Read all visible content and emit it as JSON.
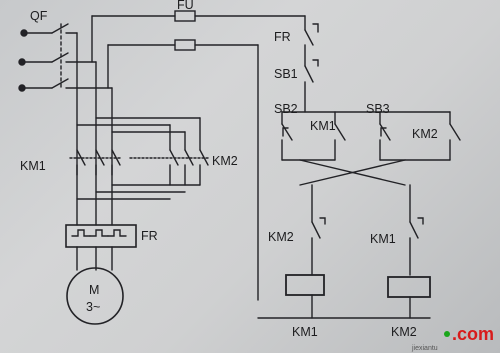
{
  "labels": {
    "qf": "QF",
    "fu": "FU",
    "km1_main": "KM1",
    "km2_main": "KM2",
    "fr_main": "FR",
    "motor_m": "M",
    "motor_phase": "3~",
    "fr_ctrl": "FR",
    "sb1": "SB1",
    "sb2": "SB2",
    "sb3": "SB3",
    "km1_aux": "KM1",
    "km2_aux": "KM2",
    "km2_interlock": "KM2",
    "km1_interlock": "KM1",
    "coil_km1": "KM1",
    "coil_km2": "KM2"
  },
  "watermark": {
    "text": ".com",
    "subtext": "jiexiantu",
    "colors": {
      "dot": "#1aa61a",
      "text": "#d81b1b"
    }
  },
  "colors": {
    "ink": "#1f1f22",
    "paper": "#cfd0d1"
  }
}
